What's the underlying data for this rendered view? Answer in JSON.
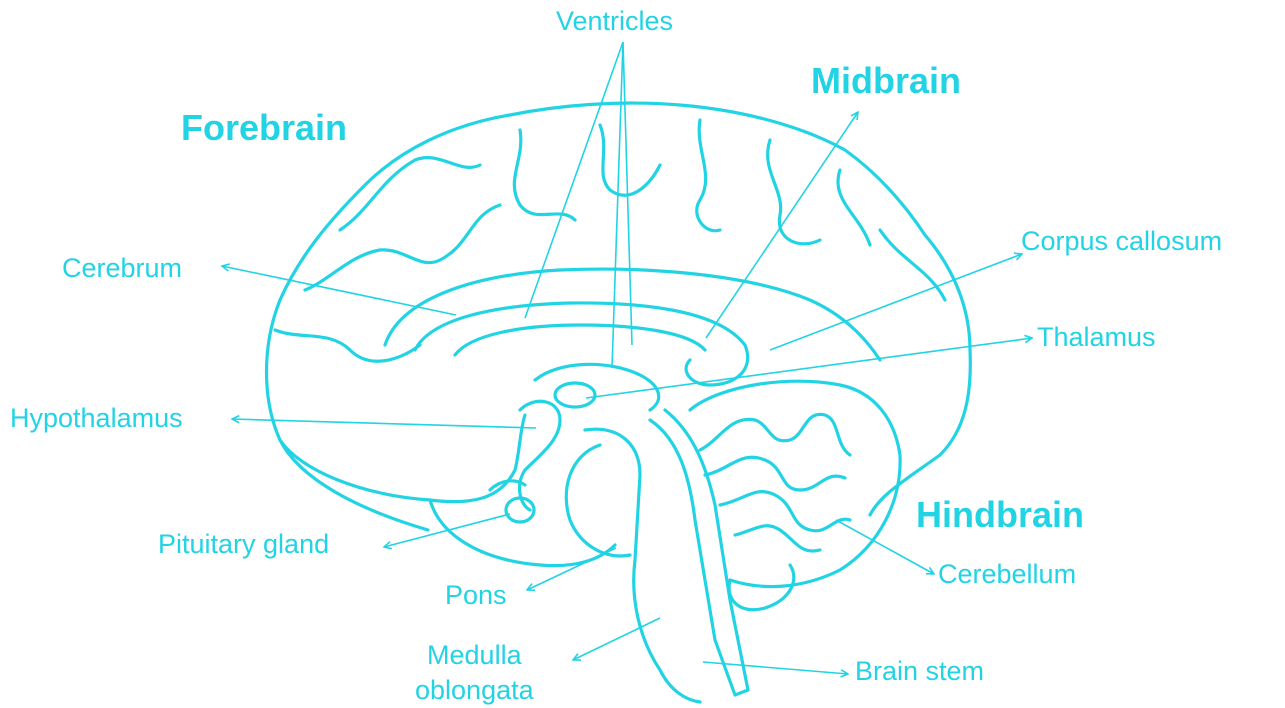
{
  "colors": {
    "stroke": "#22d3e4",
    "text": "#22d3e4",
    "background": "#ffffff"
  },
  "regions": {
    "forebrain": "Forebrain",
    "midbrain": "Midbrain",
    "hindbrain": "Hindbrain"
  },
  "labels": {
    "ventricles": "Ventricles",
    "cerebrum": "Cerebrum",
    "corpus_callosum": "Corpus callosum",
    "thalamus": "Thalamus",
    "hypothalamus": "Hypothalamus",
    "pituitary_gland": "Pituitary gland",
    "pons": "Pons",
    "cerebellum": "Cerebellum",
    "medulla_line1": "Medulla",
    "medulla_line2": "oblongata",
    "brain_stem": "Brain stem"
  }
}
